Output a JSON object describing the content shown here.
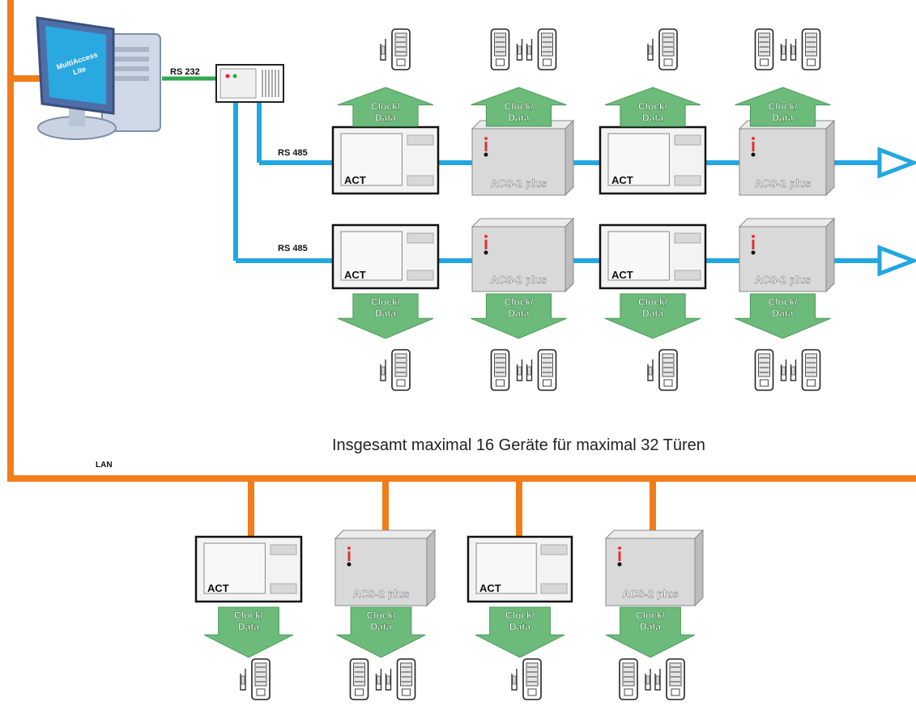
{
  "colors": {
    "lan": "#f07d1a",
    "bus": "#22a7e0",
    "serial": "#2fa84f",
    "arrow_fill": "#6cbb7a",
    "arrow_stroke": "#4a9a5a",
    "box_fill": "#d9d9d9",
    "act_fill": "#f3f3f3"
  },
  "labels": {
    "pc": "MultiAccess Lite",
    "rs232": "RS 232",
    "rs485": "RS 485",
    "lan": "LAN",
    "act": "ACT",
    "acs": "ACS-2 plus",
    "clock_line1": "Clock/",
    "clock_line2": "Data"
  },
  "caption": "Insgesamt maximal 16 Geräte für maximal 32 Türen",
  "rows": [
    {
      "position": "top",
      "connection": "RS 485",
      "arrow_direction": "up",
      "devices": [
        "ACT",
        "ACS-2 plus",
        "ACT",
        "ACS-2 plus"
      ]
    },
    {
      "position": "middle",
      "connection": "RS 485",
      "arrow_direction": "down",
      "devices": [
        "ACT",
        "ACS-2 plus",
        "ACT",
        "ACS-2 plus"
      ]
    },
    {
      "position": "bottom",
      "connection": "LAN",
      "arrow_direction": "down",
      "devices": [
        "ACT",
        "ACS-2 plus",
        "ACT",
        "ACS-2 plus"
      ]
    }
  ],
  "icons": {
    "computer": "computer-icon",
    "converter": "converter-icon",
    "reader": "card-reader-icon",
    "door_opener": "door-opener-icon",
    "bus_end": "bus-continuation-arrow-icon"
  }
}
